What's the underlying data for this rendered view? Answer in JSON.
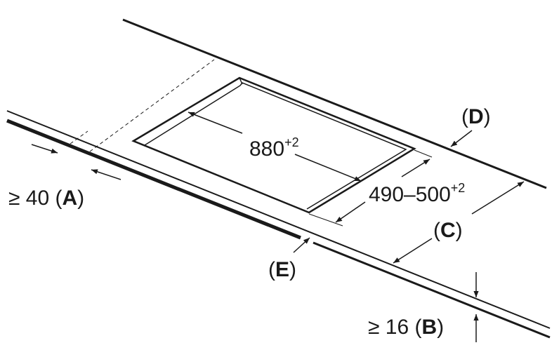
{
  "labels": {
    "width_main": "880",
    "width_tol": "+2",
    "depth_main": "490–500",
    "depth_tol": "+2",
    "a_prefix": "≥ 40 (",
    "a_letter": "A",
    "a_suffix": ")",
    "b_prefix": "≥ 16 (",
    "b_letter": "B",
    "b_suffix": ")",
    "c_open": "(",
    "c_letter": "C",
    "c_close": ")",
    "d_open": "(",
    "d_letter": "D",
    "d_close": ")",
    "e_open": "(",
    "e_letter": "E",
    "e_close": ")"
  },
  "colors": {
    "line": "#1a1a1a",
    "background": "#ffffff"
  }
}
